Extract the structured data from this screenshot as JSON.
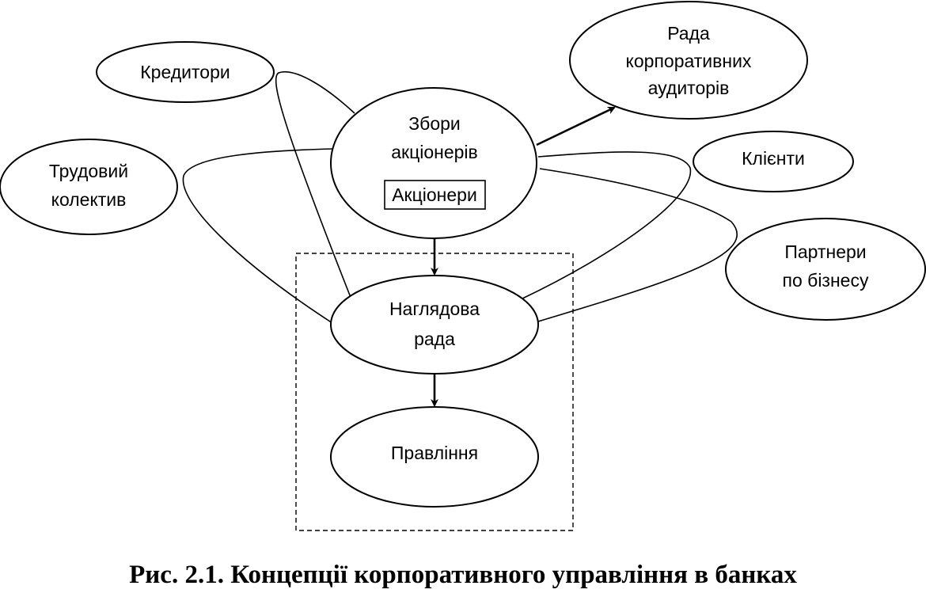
{
  "caption": "Рис. 2.1. Концепції корпоративного управління в банках",
  "nodes": {
    "kredytory": {
      "lines": [
        "Кредитори"
      ]
    },
    "zbory": {
      "lines": [
        "Збори",
        "акціонерів"
      ],
      "inner_label": "Акціонери"
    },
    "rada_audytoriv": {
      "lines": [
        "Рада",
        "корпоративних",
        "аудиторів"
      ]
    },
    "trudovyi": {
      "lines": [
        "Трудовий",
        "колектив"
      ]
    },
    "klienty": {
      "lines": [
        "Клієнти"
      ]
    },
    "partnery": {
      "lines": [
        "Партнери",
        "по бізнесу"
      ]
    },
    "nahliadova": {
      "lines": [
        "Наглядова",
        "рада"
      ]
    },
    "pravlinnia": {
      "lines": [
        "Правління"
      ]
    }
  }
}
